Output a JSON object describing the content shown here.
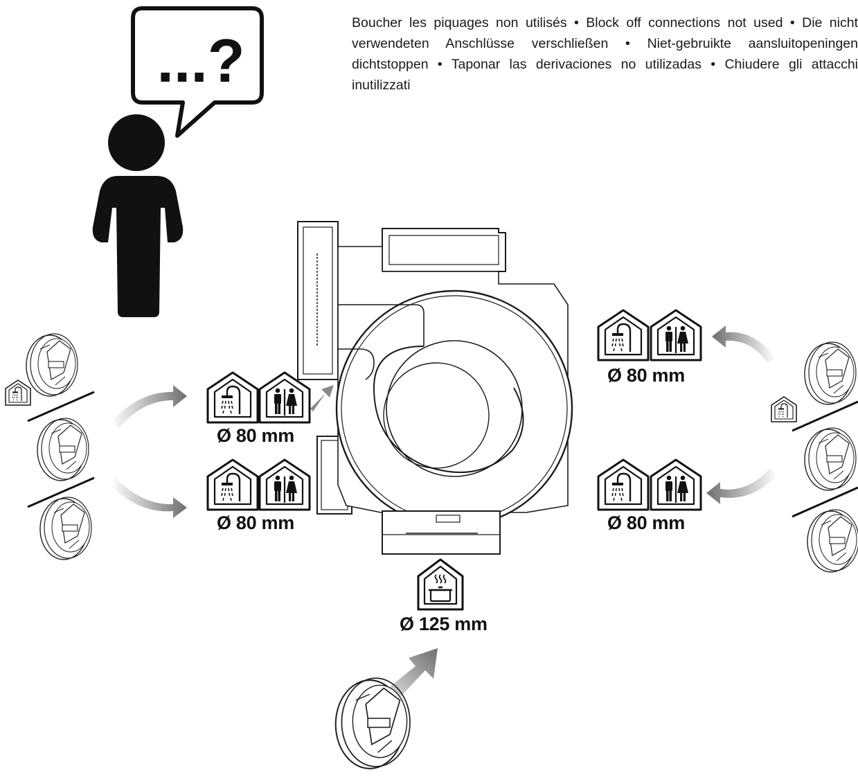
{
  "instructions": {
    "text": "Boucher les piquages non utilisés • Block off connections not used • Die nicht verwendeten Anschlüsse verschließen • Niet-gebruikte aansluitopeningen dichtstoppen • Taponar las derivaciones no utilizadas • Chiudere gli attacchi inutilizzati"
  },
  "speech_bubble": {
    "text": "...?"
  },
  "labels": {
    "left_upper_diameter": "Ø 80 mm",
    "left_lower_diameter": "Ø 80 mm",
    "right_upper_diameter": "Ø 80 mm",
    "right_lower_diameter": "Ø 80 mm",
    "bottom_diameter": "Ø 125 mm"
  },
  "icons": {
    "room_wet": "shower-room-icon",
    "room_wc": "toilet-room-icon",
    "room_kitchen": "kitchen-room-icon",
    "person": "person-icon",
    "connector": "duct-connector-cap"
  },
  "colors": {
    "line": "#1a1a1a",
    "arrow": "#777777",
    "background": "#ffffff"
  }
}
